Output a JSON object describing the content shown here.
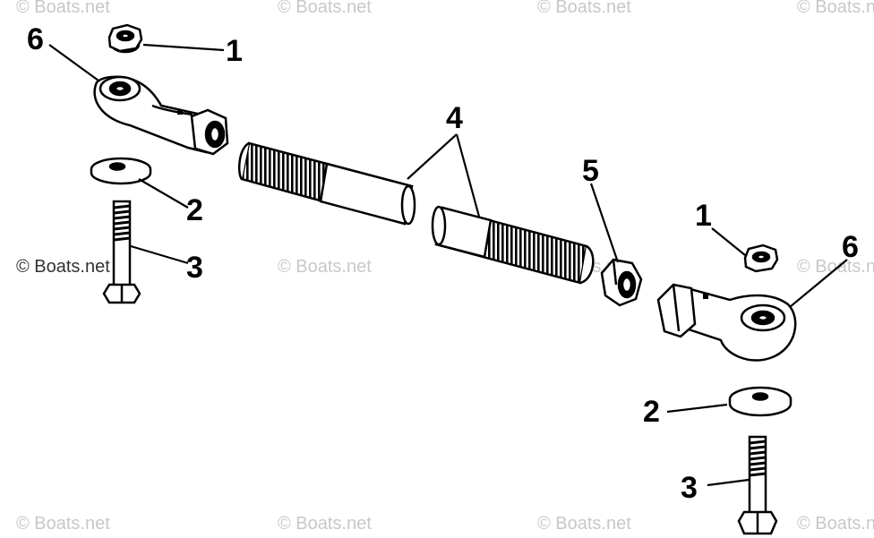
{
  "watermark": {
    "text": "© Boats.net"
  },
  "callouts": {
    "nut_left": "1",
    "washer_left": "2",
    "bolt_left": "3",
    "rod": "4",
    "jam_nut": "5",
    "rod_end_left": "6",
    "nut_right": "1",
    "washer_right": "2",
    "bolt_right": "3",
    "rod_end_right": "6"
  },
  "colors": {
    "ink": "#000000",
    "paper": "#ffffff",
    "watermark": "#c8c8c8"
  }
}
